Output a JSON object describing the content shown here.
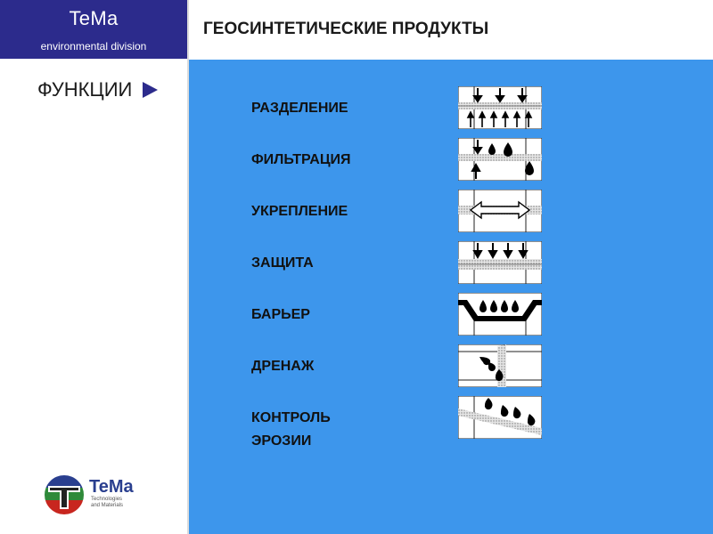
{
  "brand": {
    "name": "TeMa",
    "subtitle": "environmental division"
  },
  "page_title": "ГЕОСИНТЕТИЧЕСКИЕ ПРОДУКТЫ",
  "section": {
    "label": "ФУНКЦИИ"
  },
  "functions": [
    {
      "label": "РАЗДЕЛЕНИЕ",
      "icon": "separation-icon"
    },
    {
      "label": "ФИЛЬТРАЦИЯ",
      "icon": "filtration-icon"
    },
    {
      "label": "УКРЕПЛЕНИЕ",
      "icon": "reinforcement-icon"
    },
    {
      "label": "ЗАЩИТА",
      "icon": "protection-icon"
    },
    {
      "label": "БАРЬЕР",
      "icon": "barrier-icon"
    },
    {
      "label": "ДРЕНАЖ",
      "icon": "drainage-icon"
    },
    {
      "label": "КОНТРОЛЬ",
      "label2": "ЭРОЗИИ",
      "icon": "erosion-control-icon"
    }
  ],
  "logo": {
    "name": "TeMa",
    "tagline_1": "Technologies",
    "tagline_2": "and Materials"
  },
  "colors": {
    "brand_bg": "#2c2b8c",
    "panel_bg": "#3d96ec"
  }
}
